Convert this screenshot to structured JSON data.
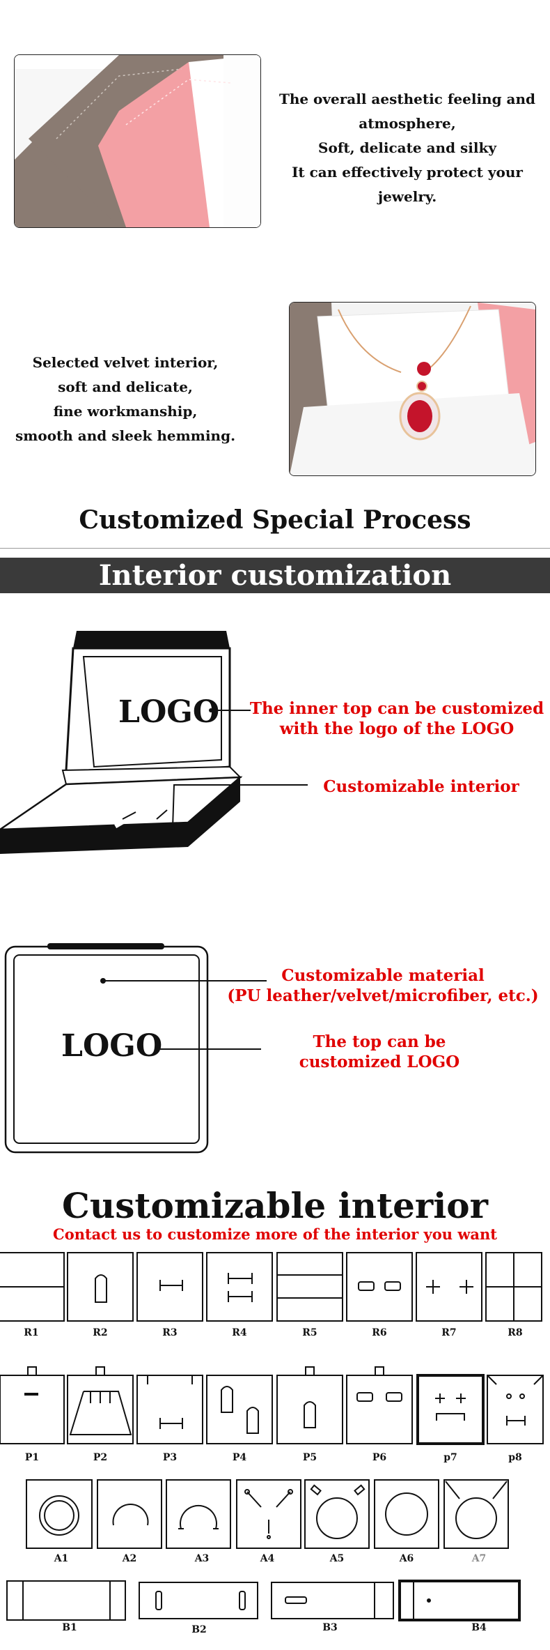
{
  "feature1": {
    "lines": [
      "The overall aesthetic feeling and",
      "atmosphere,",
      "Soft, delicate and silky",
      "It can effectively protect your",
      "jewelry."
    ]
  },
  "feature2": {
    "lines": [
      "Selected velvet interior,",
      "soft and delicate,",
      "fine workmanship,",
      "smooth and sleek hemming."
    ]
  },
  "process_title": "Customized Special Process",
  "banner_title": "Interior customization",
  "diagram1": {
    "logo": "LOGO",
    "note_top_1": "The inner top can be customized",
    "note_top_2": "with the logo of the LOGO",
    "note_interior": "Customizable interior"
  },
  "diagram2": {
    "logo": "LOGO",
    "material_1": "Customizable material",
    "material_2": "(PU leather/velvet/microfiber, etc.)",
    "top_1": "The top can be",
    "top_2": "customized LOGO"
  },
  "interior_title": "Customizable interior",
  "interior_subtitle": "Contact us to customize more of the interior you want",
  "row_r": [
    "R1",
    "R2",
    "R3",
    "R4",
    "R5",
    "R6",
    "R7",
    "R8"
  ],
  "row_p": [
    "P1",
    "P2",
    "P3",
    "P4",
    "P5",
    "P6",
    "p7",
    "p8"
  ],
  "row_a": [
    "A1",
    "A2",
    "A3",
    "A4",
    "A5",
    "A6",
    "A7"
  ],
  "row_b": [
    "B1",
    "B2",
    "B3",
    "B4"
  ],
  "colors": {
    "accent_red": "#e00000",
    "banner_bg": "#3a3a3a",
    "velvet_pink": "#f3a0a4",
    "velvet_taupe": "#8a7b72"
  }
}
